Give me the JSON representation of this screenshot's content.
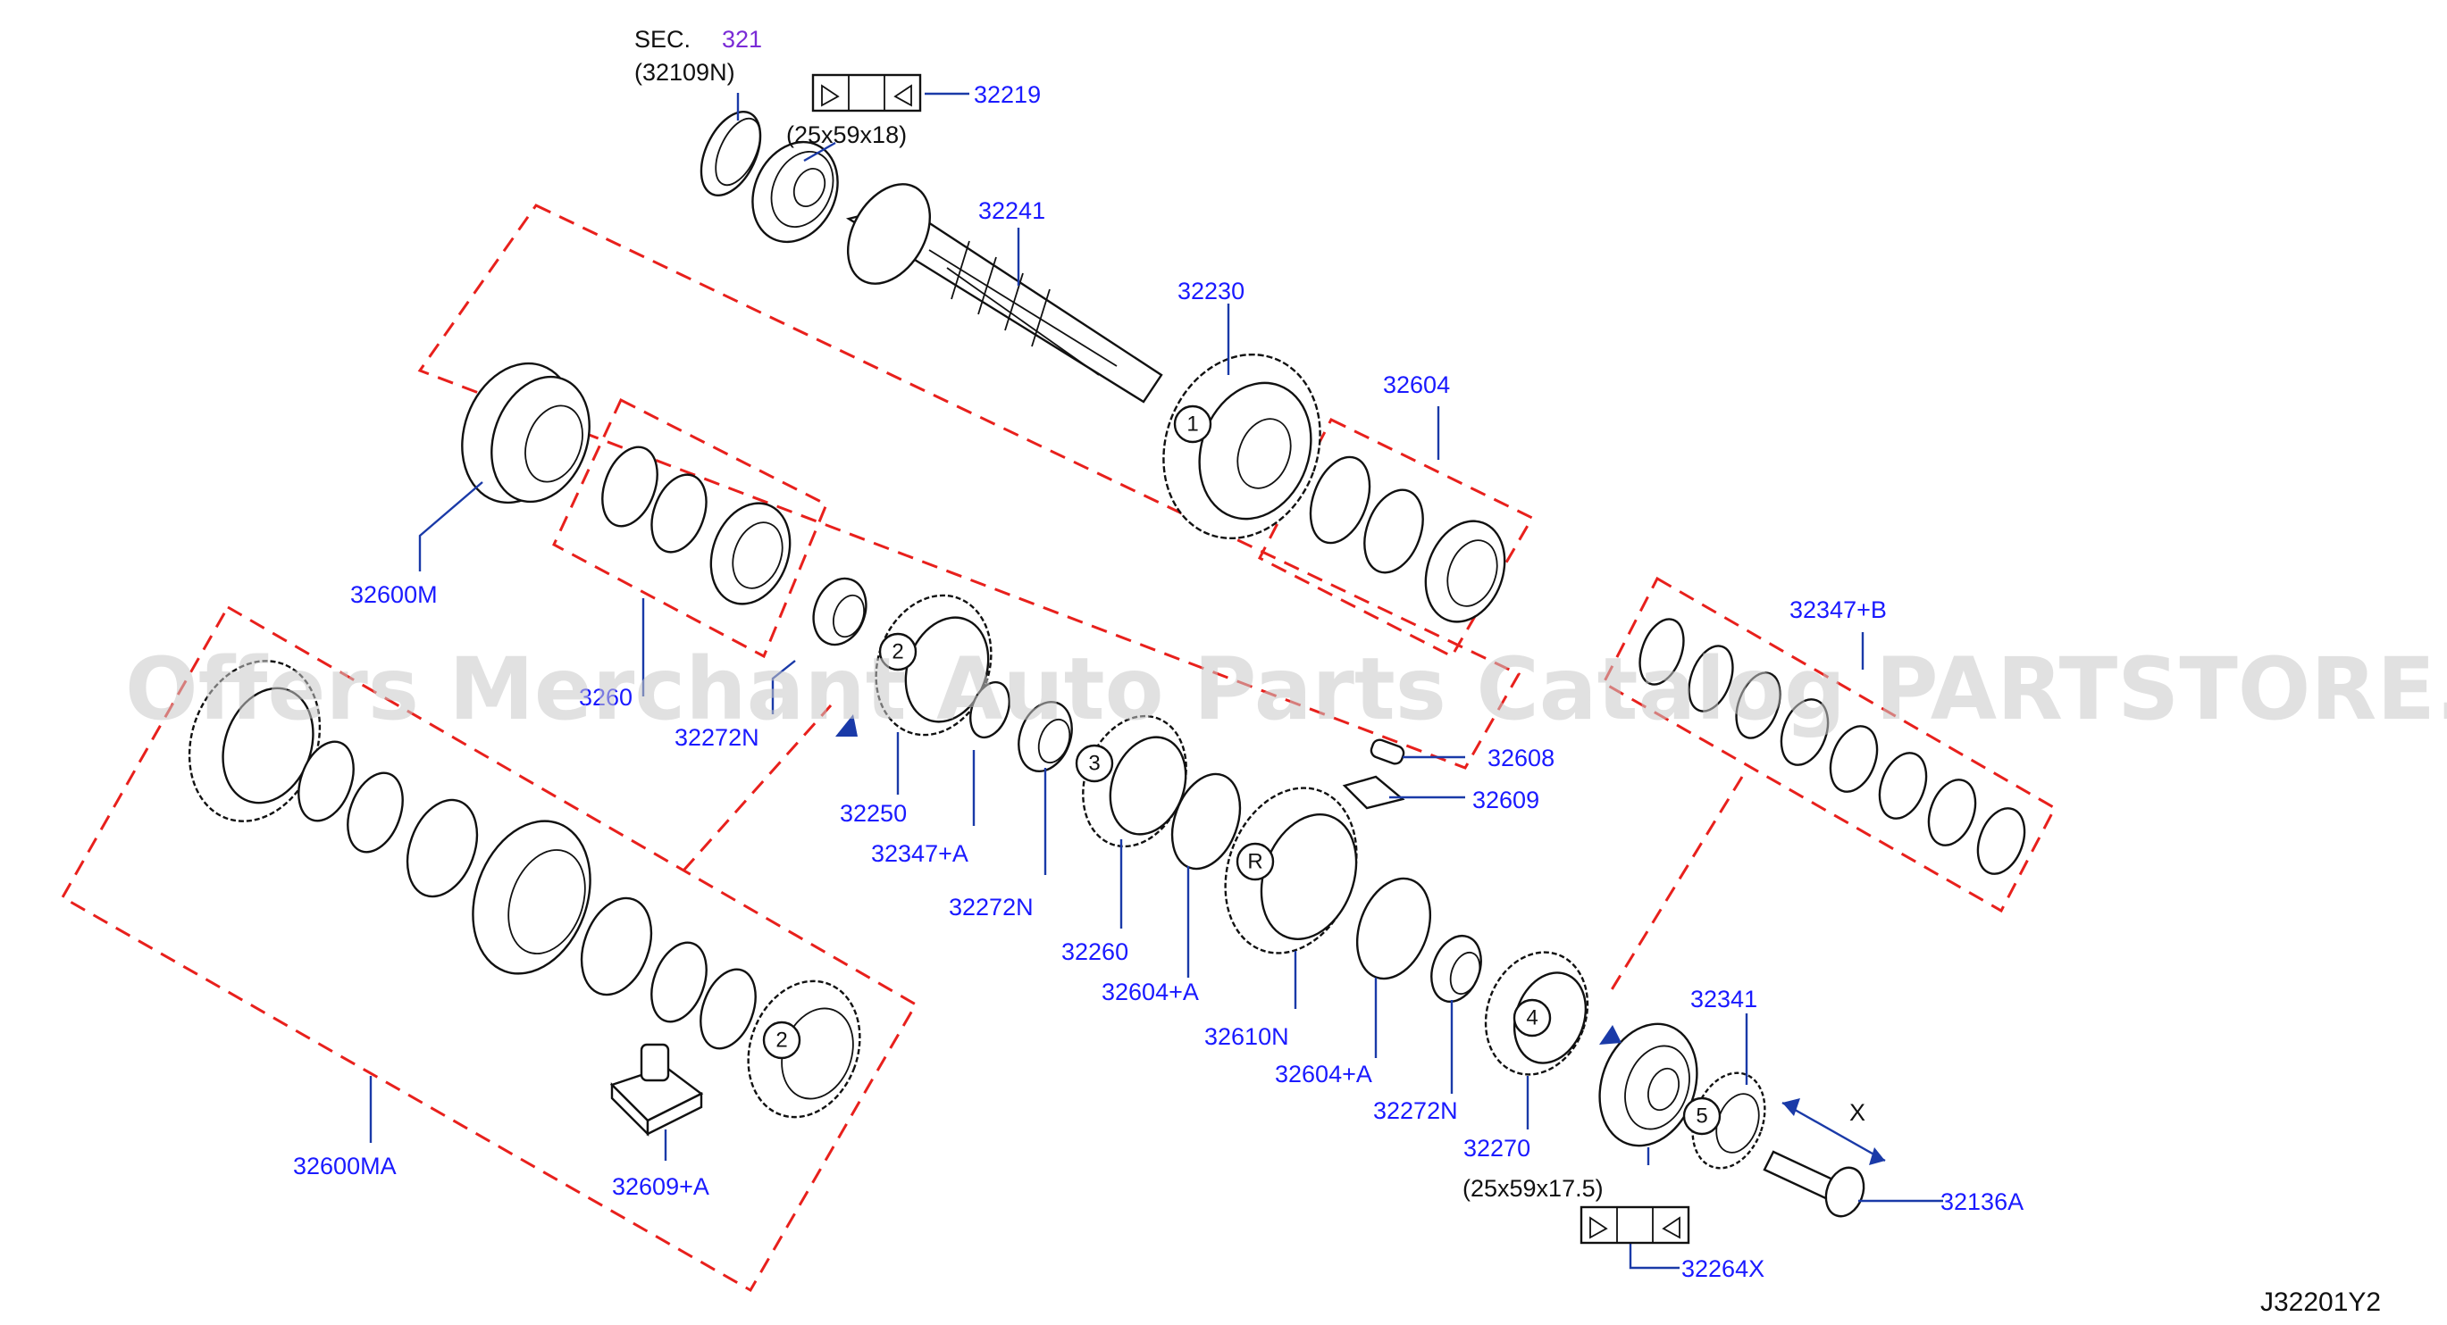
{
  "watermark": "Offers Merchant Auto Parts Catalog PARTSTORE.SA",
  "reference_code": "J32201Y2",
  "section_ref": {
    "prefix": "SEC.",
    "number": "321",
    "sub": "(32109N)"
  },
  "labels": {
    "p32219": "32219",
    "bearing_top_size": "(25x59x18)",
    "p32241": "32241",
    "p32230": "32230",
    "p32604": "32604",
    "p32600M": "32600M",
    "p3260": "3260",
    "p32272N_1": "32272N",
    "p32250": "32250",
    "p32347A": "32347+A",
    "p32272N_2": "32272N",
    "p32260": "32260",
    "p32604A_1": "32604+A",
    "p32610N": "32610N",
    "p32604A_2": "32604+A",
    "p32272N_3": "32272N",
    "p32270": "32270",
    "bearing_bottom_size": "(25x59x17.5)",
    "p32264X": "32264X",
    "p32341": "32341",
    "dim_x": "X",
    "p32136A": "32136A",
    "p32608": "32608",
    "p32609": "32609",
    "p32347B": "32347+B",
    "p32600MA": "32600MA",
    "p32609A": "32609+A"
  },
  "gear_markers": {
    "m1": "1",
    "m2a": "2",
    "m2b": "2",
    "m3": "3",
    "mR": "R",
    "m4": "4",
    "m5": "5"
  },
  "colors": {
    "label": "#1a1aff",
    "leader": "#1a3aa8",
    "dashed_box": "#e8201c",
    "section": "#7a2bd6"
  }
}
